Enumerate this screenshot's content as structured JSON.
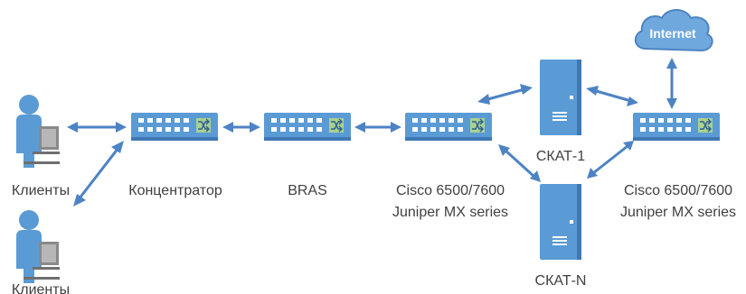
{
  "nodes": {
    "client_top": {
      "label": "Клиенты",
      "icon": "user-computer-icon"
    },
    "client_bottom": {
      "label": "Клиенты",
      "icon": "user-computer-icon"
    },
    "concentrator": {
      "label": "Концентратор",
      "icon": "network-switch-icon"
    },
    "bras": {
      "label": "BRAS",
      "icon": "network-switch-icon"
    },
    "core_left": {
      "label_line1": "Cisco 6500/7600",
      "label_line2": "Juniper MX series",
      "icon": "network-switch-icon"
    },
    "skat_1": {
      "label": "СКАТ-1",
      "icon": "server-icon"
    },
    "skat_n": {
      "label": "СКАТ-N",
      "icon": "server-icon"
    },
    "core_right": {
      "label_line1": "Cisco 6500/7600",
      "label_line2": "Juniper MX series",
      "icon": "network-switch-icon"
    },
    "internet": {
      "label": "Internet",
      "icon": "cloud-icon"
    }
  },
  "connections": [
    {
      "from": "client_top",
      "to": "concentrator",
      "type": "bidirectional"
    },
    {
      "from": "client_bottom",
      "to": "concentrator",
      "type": "bidirectional"
    },
    {
      "from": "concentrator",
      "to": "bras",
      "type": "bidirectional"
    },
    {
      "from": "bras",
      "to": "core_left",
      "type": "bidirectional"
    },
    {
      "from": "core_left",
      "to": "skat_1",
      "type": "bidirectional"
    },
    {
      "from": "core_left",
      "to": "skat_n",
      "type": "bidirectional"
    },
    {
      "from": "skat_1",
      "to": "core_right",
      "type": "bidirectional"
    },
    {
      "from": "skat_n",
      "to": "core_right",
      "type": "bidirectional"
    },
    {
      "from": "core_right",
      "to": "internet",
      "type": "bidirectional"
    }
  ],
  "colors": {
    "accent_blue": "#4d83c4",
    "switch_body": "#5b9bd5",
    "switch_dark": "#2f5f95",
    "switch_port_green": "#a9d18e",
    "cloud_fill": "#6fa8dc",
    "label_text": "#404040"
  }
}
